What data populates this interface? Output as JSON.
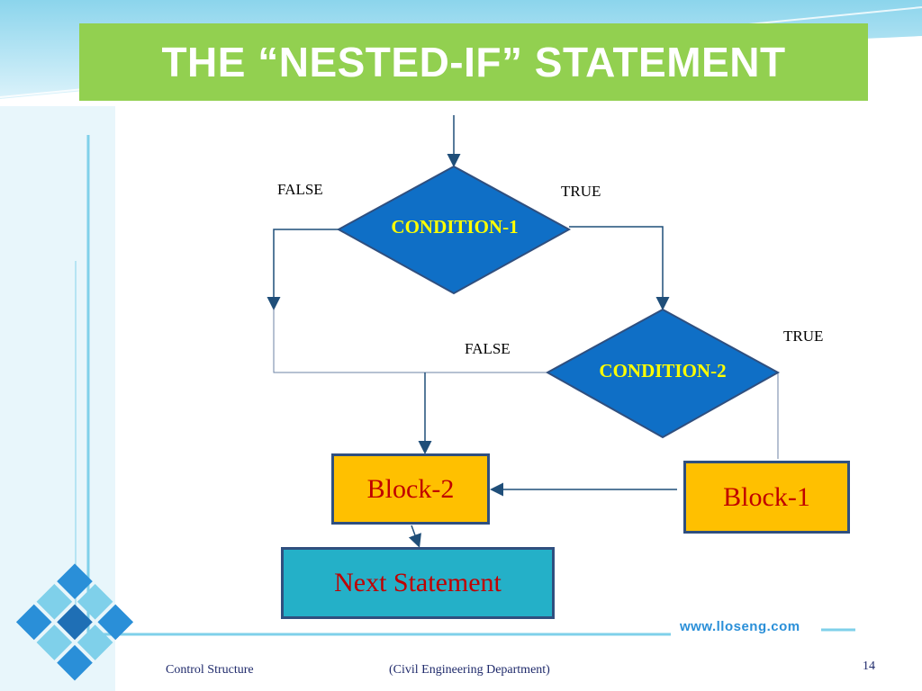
{
  "slide": {
    "title": "THE “NESTED-IF” STATEMENT",
    "footer_left": "Control Structure",
    "footer_center": "(Civil Engineering Department)",
    "page_number": "14",
    "website": "www.lloseng.com"
  },
  "flowchart": {
    "condition1": {
      "label": "CONDITION-1",
      "false_label": "FALSE",
      "true_label": "TRUE"
    },
    "condition2": {
      "label": "CONDITION-2",
      "false_label": "FALSE",
      "true_label": "TRUE"
    },
    "block1": "Block-1",
    "block2": "Block-2",
    "next_statement": "Next Statement"
  },
  "colors": {
    "title_bg": "#92d050",
    "diamond_fill": "#0f6fc6",
    "diamond_text": "#ffff00",
    "block_fill": "#ffc000",
    "block_text": "#c00000",
    "next_fill": "#24b0c8",
    "arrow": "#1f4e79"
  }
}
